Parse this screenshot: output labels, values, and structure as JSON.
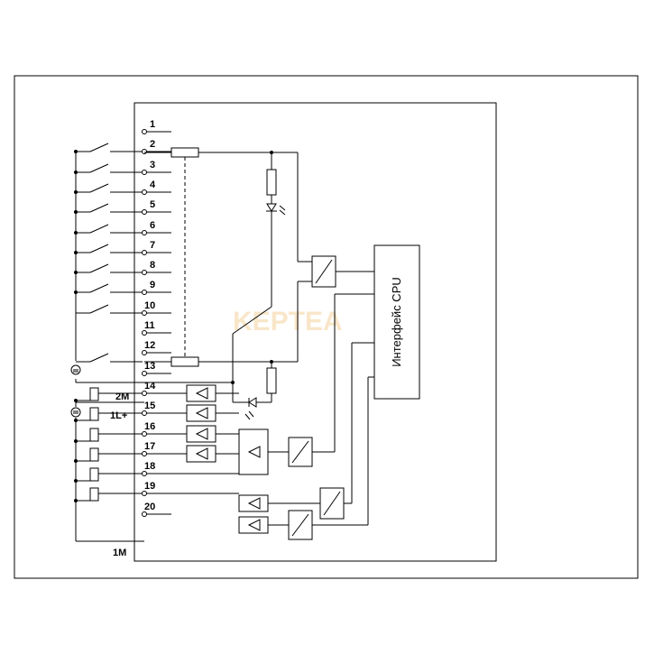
{
  "diagram": {
    "terminals": [
      "1",
      "2",
      "3",
      "4",
      "5",
      "6",
      "7",
      "8",
      "9",
      "10",
      "11",
      "12",
      "13",
      "14",
      "15",
      "16",
      "17",
      "18",
      "19",
      "20"
    ],
    "label_2m": "2M",
    "label_1l": "1L+",
    "label_1m": "1M",
    "cpu_label": "Интерфейс CPU",
    "watermark": "KEPTEA"
  }
}
